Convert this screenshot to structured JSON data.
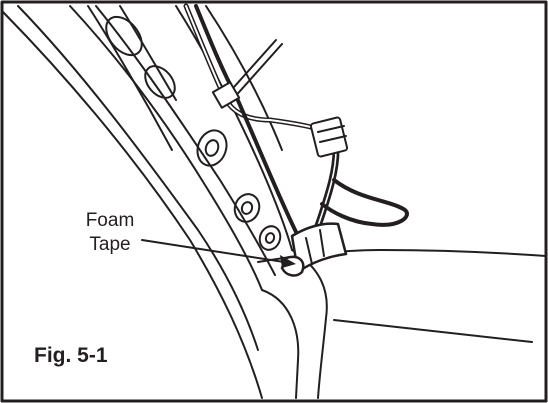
{
  "figure": {
    "caption": "Fig. 5-1",
    "callout": {
      "line1": "Foam",
      "line2": "Tape"
    }
  },
  "colors": {
    "ink": "#231f20",
    "paper": "#ffffff",
    "tape_shade": "#8a8a8a"
  }
}
